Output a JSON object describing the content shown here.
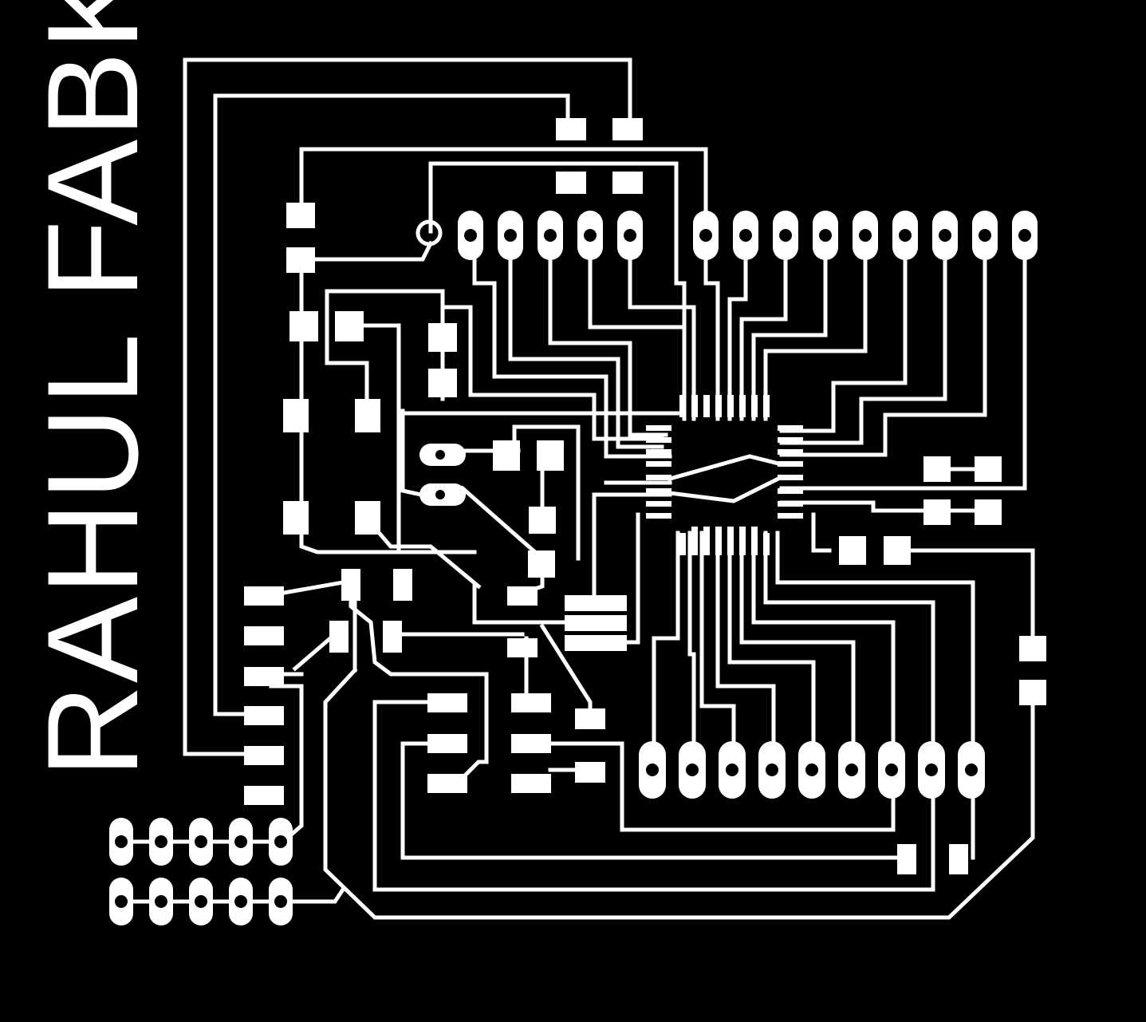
{
  "board": {
    "title": "RAHUL FABKIT",
    "background_color": "#000000",
    "copper_color": "#ffffff"
  },
  "components": {
    "header_top_pins": 14,
    "header_bottom_pins": 9,
    "isp_header_pins": 10,
    "microcontroller_pins_per_side": 8
  }
}
